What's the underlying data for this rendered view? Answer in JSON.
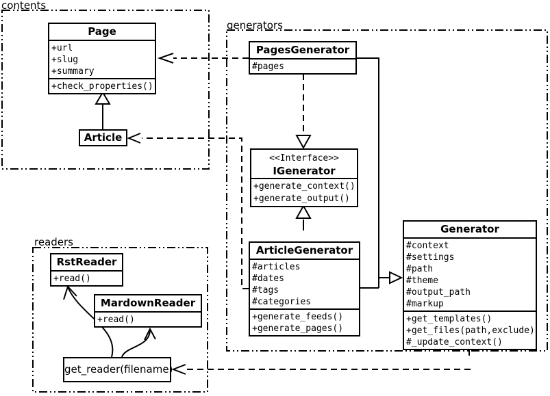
{
  "packages": {
    "contents": {
      "label": "contents"
    },
    "generators": {
      "label": "generators"
    },
    "readers": {
      "label": "readers"
    }
  },
  "classes": {
    "page": {
      "title": "Page",
      "attributes": [
        "+url",
        "+slug",
        "+summary"
      ],
      "methods": [
        "+check_properties()"
      ]
    },
    "article": {
      "title": "Article"
    },
    "pages_generator": {
      "title": "PagesGenerator",
      "attributes": [
        "#pages"
      ]
    },
    "igenerator": {
      "stereotype": "<<Interface>>",
      "title": "IGenerator",
      "methods": [
        "+generate_context()",
        "+generate_output()"
      ]
    },
    "article_generator": {
      "title": "ArticleGenerator",
      "attributes": [
        "#articles",
        "#dates",
        "#tags",
        "#categories"
      ],
      "methods": [
        "+generate_feeds()",
        "+generate_pages()"
      ]
    },
    "generator": {
      "title": "Generator",
      "attributes": [
        "#context",
        "#settings",
        "#path",
        "#theme",
        "#output_path",
        "#markup"
      ],
      "methods": [
        "+get_templates()",
        "+get_files(path,exclude)",
        "#_update_context()"
      ]
    },
    "rst_reader": {
      "title": "RstReader",
      "methods": [
        "+read()"
      ]
    },
    "mardown_reader": {
      "title": "MardownReader",
      "methods": [
        "+read()"
      ]
    },
    "get_reader": {
      "label": "get_reader(filename)"
    }
  },
  "colors": {
    "line": "#000000",
    "background": "#ffffff",
    "box_fill": "#ffffff"
  }
}
